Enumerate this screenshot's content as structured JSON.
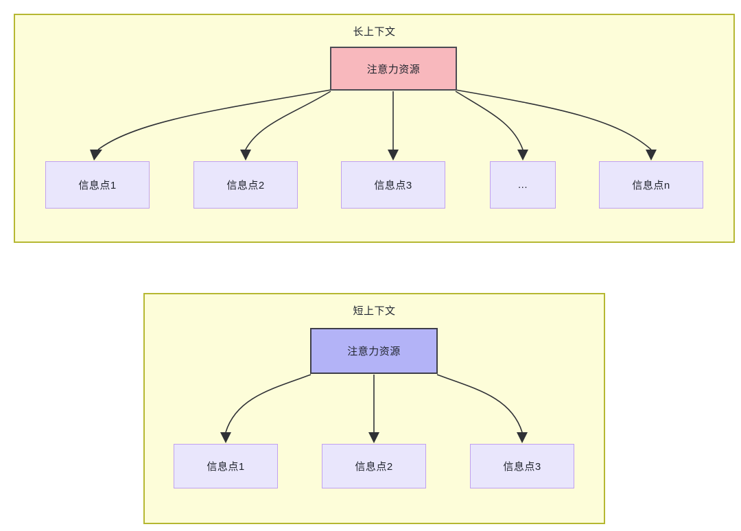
{
  "diagram": {
    "type": "attention-resource-allocation",
    "panels": [
      {
        "id": "long-context",
        "title": "长上下文",
        "root": {
          "label": "注意力资源",
          "fill": "#f8b8bd",
          "stroke": "#4a4a52"
        },
        "leaves": [
          {
            "label": "信息点1"
          },
          {
            "label": "信息点2"
          },
          {
            "label": "信息点3"
          },
          {
            "label": "..."
          },
          {
            "label": "信息点n"
          }
        ],
        "leaf_fill": "#e9e6fc",
        "leaf_stroke": "#c0a0ef"
      },
      {
        "id": "short-context",
        "title": "短上下文",
        "root": {
          "label": "注意力资源",
          "fill": "#b3b3f7",
          "stroke": "#3e3e48"
        },
        "leaves": [
          {
            "label": "信息点1"
          },
          {
            "label": "信息点2"
          },
          {
            "label": "信息点3"
          }
        ],
        "leaf_fill": "#e9e6fc",
        "leaf_stroke": "#c0a0ef"
      }
    ],
    "panel_fill": "#fdfdd9",
    "panel_stroke": "#b5b731",
    "edge_color": "#2f3136",
    "background": "#ffffff"
  }
}
